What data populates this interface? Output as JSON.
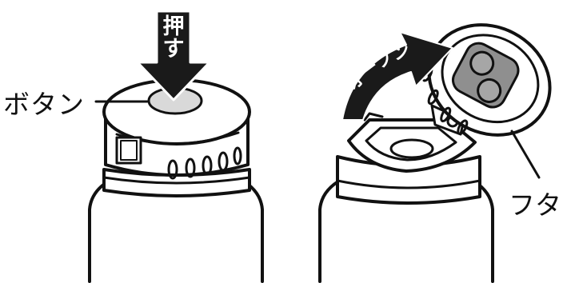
{
  "labels": {
    "push": "押す",
    "button": "ボタン",
    "open": "オープン",
    "lid": "フタ"
  },
  "colors": {
    "ink": "#111111",
    "arrow": "#1a1a1a",
    "button_fill": "#d9d9d9",
    "spout_fill": "#8f8f8f",
    "background": "#ffffff"
  },
  "icons": {
    "push_arrow": "down-arrow-icon",
    "open_arrow": "curved-arrow-icon"
  }
}
